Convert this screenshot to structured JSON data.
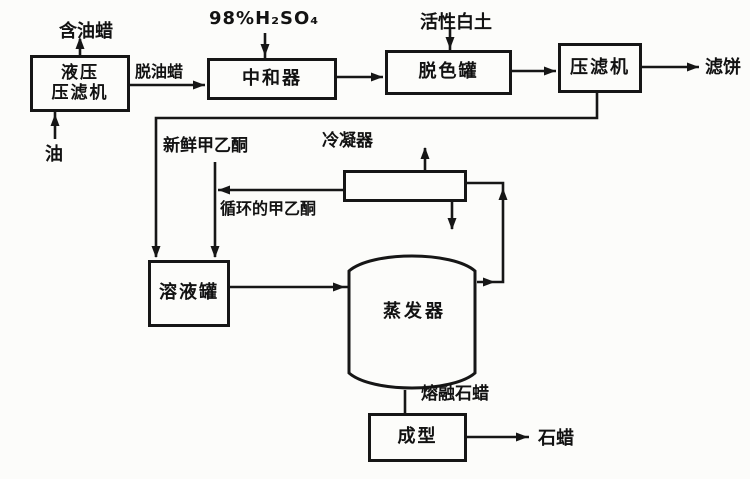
{
  "diagram": {
    "type": "process-flow-diagram",
    "language": "zh",
    "subject": "paraffin-wax-production",
    "nodes": {
      "hydraulic_press_filter": {
        "label_line1": "液压",
        "label_line2": "压滤机"
      },
      "neutralizer": {
        "label": "中和器"
      },
      "decolorizer": {
        "label": "脱色罐"
      },
      "press_filter": {
        "label": "压滤机"
      },
      "condenser": {
        "label": "冷凝器"
      },
      "solution_tank": {
        "label": "溶液罐"
      },
      "evaporator": {
        "label": "蒸发器"
      },
      "molding": {
        "label": "成型"
      }
    },
    "streams": {
      "oily_wax": "含油蜡",
      "oil": "油",
      "deoiled_wax": "脱油蜡",
      "sulfuric_acid": "98%H₂SO₄",
      "activated_clay": "活性白土",
      "filter_cake": "滤饼",
      "fresh_mek": "新鲜甲乙酮",
      "recycled_mek": "循环的甲乙酮",
      "molten_paraffin": "熔融石蜡",
      "paraffin": "石蜡"
    },
    "colors": {
      "line": "#161616",
      "text": "#121212",
      "background": "#fcfcfa"
    }
  }
}
